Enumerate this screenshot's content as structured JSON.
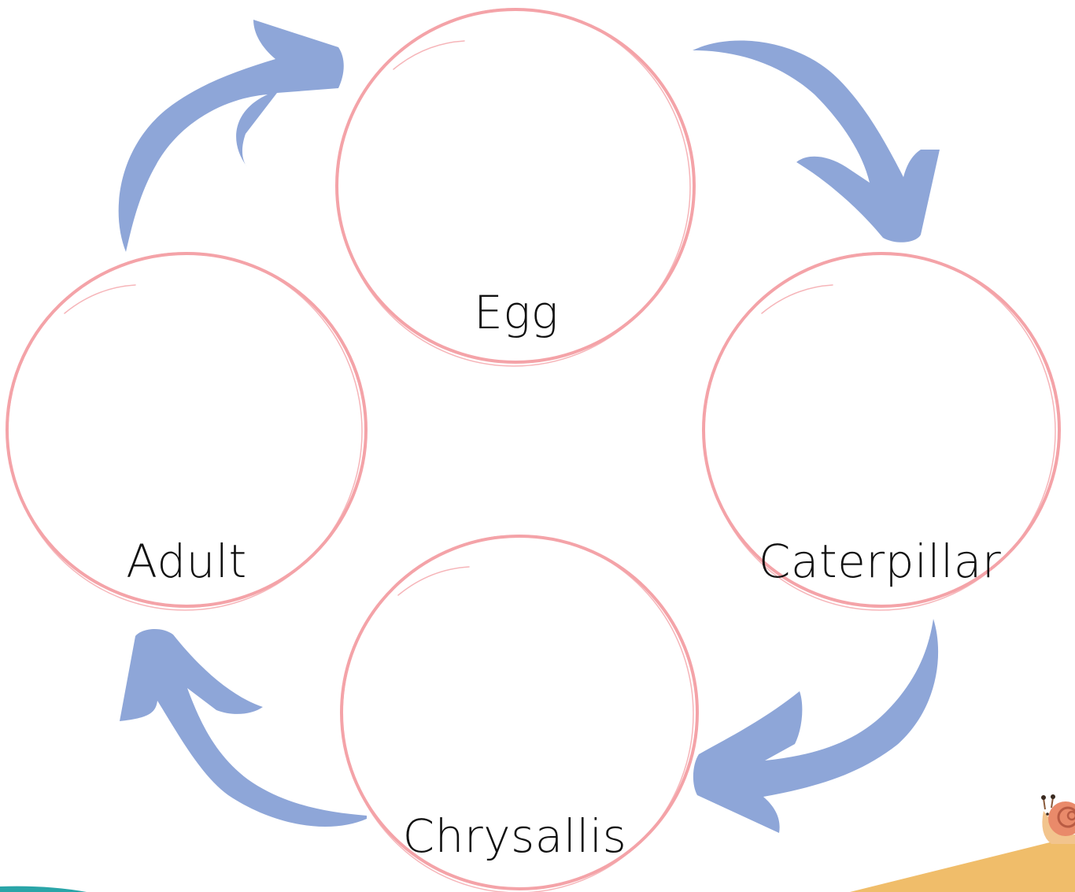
{
  "stages": {
    "egg": "Egg",
    "caterpillar": "Caterpillar",
    "chrysallis": "Chrysallis",
    "adult": "Adult"
  },
  "colors": {
    "circle_stroke": "#f4a3a8",
    "arrow_fill": "#8ea6d8",
    "bottom_left_stripe": "#2aa5a8",
    "bottom_right_ground": "#f0bd6a",
    "snail_shell": "#e98a6a",
    "snail_body": "#f2c48d"
  },
  "icons": {
    "arrows": "curved-arrow-icon",
    "corner_decoration": "snail-icon"
  }
}
